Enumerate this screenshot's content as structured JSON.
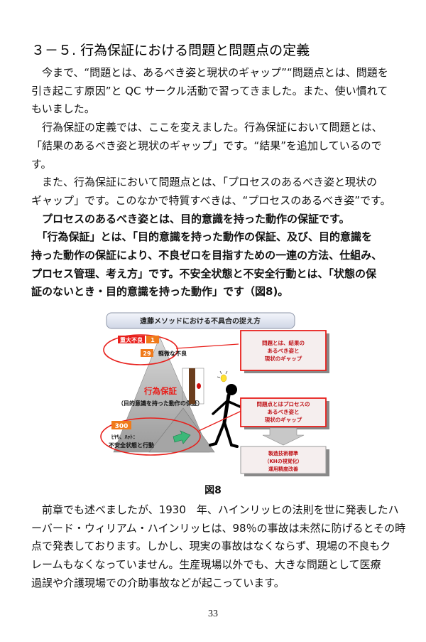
{
  "heading": "３－５. 行為保証における問題と問題点の定義",
  "paragraphs_top": [
    {
      "bold": false,
      "lines": [
        "　今まで、“問題とは、あるべき姿と現状のギャップ”“問題点とは、問題を",
        "引き起こす原因”と QC サークル活動で習ってきました。また、使い慣れて",
        "もいました。"
      ]
    },
    {
      "bold": false,
      "lines": [
        "　行為保証の定義では、ここを変えました。行為保証において問題とは、",
        "「結果のあるべき姿と現状のギャップ」です。“結果”を追加しているので",
        "す。"
      ]
    },
    {
      "bold": false,
      "lines": [
        "　また、行為保証において問題点とは、「プロセスのあるべき姿と現状の",
        "ギャップ」です。このなかで特質すべきは、“プロセスのあるべき姿”です。"
      ]
    },
    {
      "bold": true,
      "lines": [
        "　プロセスのあるべき姿とは、目的意識を持った動作の保証です。"
      ]
    },
    {
      "bold": true,
      "lines": [
        "　「行為保証」とは、「目的意識を持った動作の保証、及び、目的意識を",
        "持った動作の保証により、不良ゼロを目指すための一連の方法、仕組み、",
        "プロセス管理、考え方」です。不安全状態と不安全行動とは、「状態の保",
        "証のないとき・目的意識を持った動作」です（図8)。"
      ]
    }
  ],
  "figure": {
    "title": "遠藤メソッドにおける不具合の捉え方",
    "major_label": "重大不良",
    "major_count": "1",
    "minor_count": "29",
    "minor_label": "軽微な不良",
    "pyramid_title": "行為保証",
    "pyramid_subtitle": "（目的意識を持った動作の保証）",
    "base_count": "300",
    "base_label1": "ﾋﾔﾘ、ﾊｯﾄ：",
    "base_label2": "不安全状態と行動",
    "box1": [
      "問題とは、結果の",
      "あるべき姿と",
      "現状のギャップ"
    ],
    "box2": [
      "問題点とはプロセスの",
      "あるべき姿と",
      "現状のギャップ"
    ],
    "box3": [
      "製造技術標準",
      "（KHの視覚化）",
      "運用精度改善"
    ],
    "colors": {
      "red": "#e8201c",
      "orange": "#f07a1a",
      "box_fill": "#f5eeee",
      "box_text": "#c0151a"
    }
  },
  "caption": "図8",
  "paragraphs_bottom": [
    {
      "bold": false,
      "lines": [
        "　前章でも述べましたが、1930　年、ハインリッヒの法則を世に発表したハ",
        "ーバード・ウィリアム・ハインリッヒは、98％の事故は未然に防げるとその時",
        "点で発表しております。しかし、現実の事故はなくならず、現場の不良もク",
        "レームもなくなっていません。生産現場以外でも、大きな問題として医療",
        "過誤や介護現場での介助事故などが起こっています。"
      ]
    }
  ],
  "page_number": "33"
}
